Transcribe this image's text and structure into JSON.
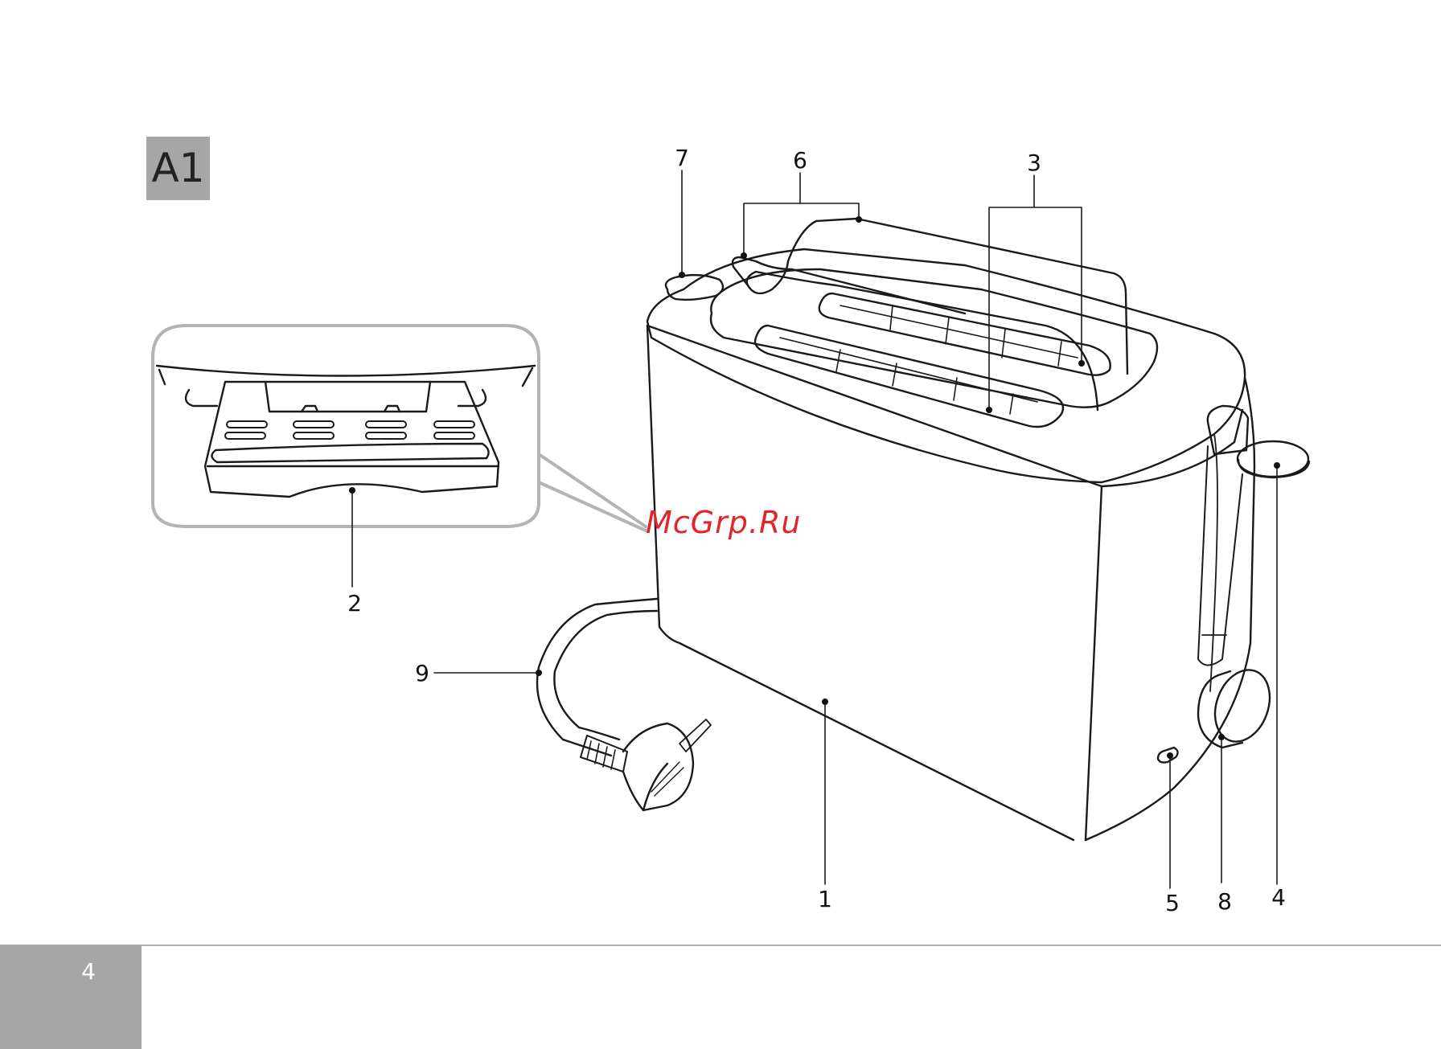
{
  "figure_tag": "A1",
  "watermark": "McGrp.Ru",
  "page_number": "4",
  "callouts": {
    "c1": "1",
    "c2": "2",
    "c3": "3",
    "c4": "4",
    "c5": "5",
    "c6": "6",
    "c7": "7",
    "c8": "8",
    "c9": "9"
  },
  "colors": {
    "tag_background": "#a6a6a6",
    "footer_background": "#a6a6a6",
    "watermark": "#e0262a",
    "line_art": "#1a1a1a",
    "inset_outline": "#b4b4b4"
  }
}
